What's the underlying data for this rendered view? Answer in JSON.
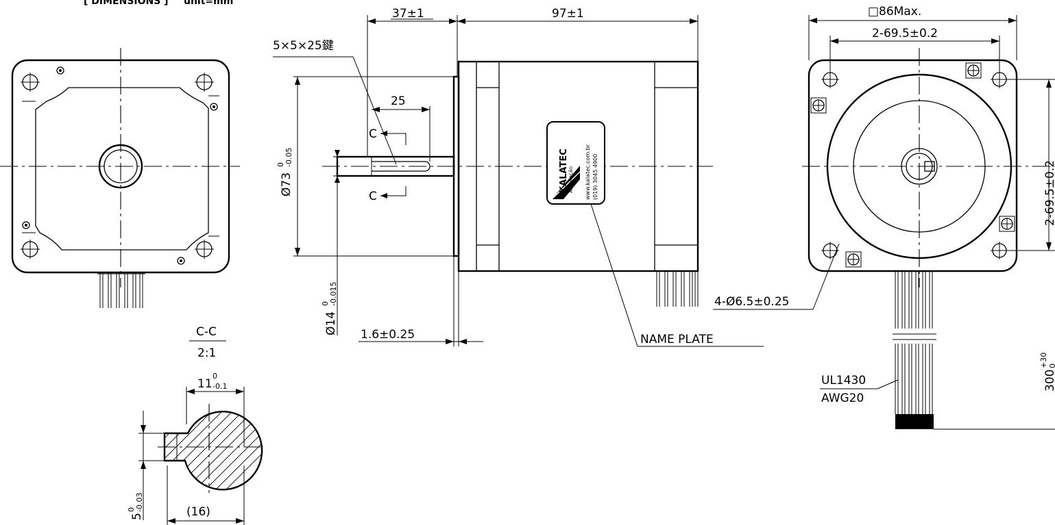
{
  "header": {
    "title_left": "[ DIMENSIONS ]",
    "unit": "unit=mm"
  },
  "side_view": {
    "dim_shaft_len": "37±1",
    "dim_body_len": "97±1",
    "key_note": "5×5×25鍵",
    "key_len": "25",
    "section_mark": "C",
    "pilot_dia_main": "Ø73",
    "pilot_dia_sup": "0",
    "pilot_dia_sub": "-0.05",
    "shaft_dia_main": "Ø14",
    "shaft_dia_sup": "0",
    "shaft_dia_sub": "-0.015",
    "flange_thk": "1.6±0.25",
    "name_plate": "NAME PLATE"
  },
  "label_plate": {
    "brand": "KALATEC",
    "sub": "AUTOMAÇÃO",
    "web": "www.kalatec.com.br",
    "phone": "(019) 3045 4900"
  },
  "section_view": {
    "title": "C-C",
    "scale": "2:1",
    "flat_main": "11",
    "flat_sup": "0",
    "flat_sub": "-0.1",
    "dia_ref": "(16)",
    "key_main": "5",
    "key_sup": "0",
    "key_sub": "-0.03"
  },
  "front_view": {
    "frame_size": "□86Max.",
    "hole_spacing_h": "2-69.5±0.2",
    "hole_spacing_v": "2-69.5±0.2",
    "holes": "4-Ø6.5±0.25",
    "lead_len_main": "300",
    "lead_len_sup": "+30",
    "lead_len_sub": "0",
    "wire_type": "UL1430",
    "wire_gauge": "AWG20"
  }
}
